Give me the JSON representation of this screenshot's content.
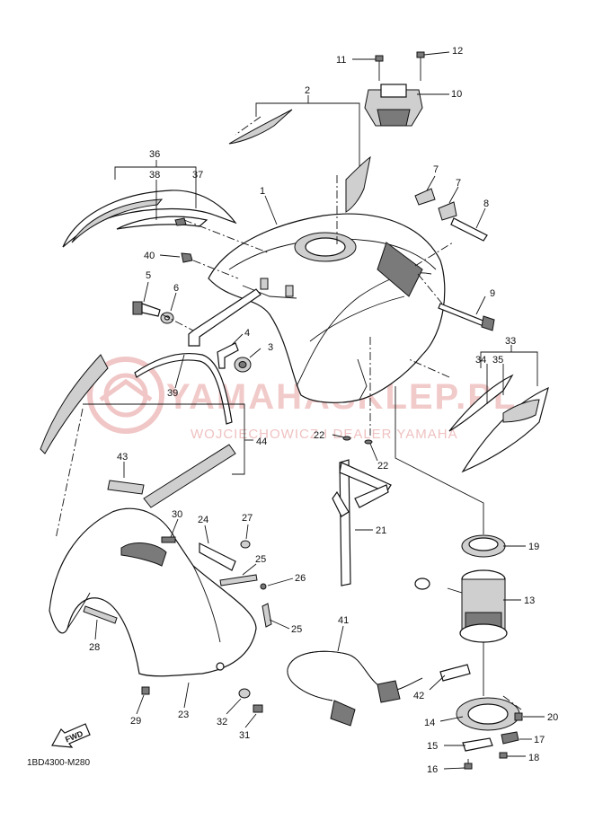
{
  "diagram": {
    "code": "1BD4300-M280",
    "fwd_label": "FWD",
    "watermark": {
      "line1": "YAMAHASKLEP.PL",
      "line2": "WOJCIECHOWICZ I DEALER YAMAHA"
    },
    "callouts": [
      {
        "id": "c1",
        "label": "1"
      },
      {
        "id": "c2",
        "label": "2"
      },
      {
        "id": "c3",
        "label": "3"
      },
      {
        "id": "c4",
        "label": "4"
      },
      {
        "id": "c5",
        "label": "5"
      },
      {
        "id": "c6",
        "label": "6"
      },
      {
        "id": "c7a",
        "label": "7"
      },
      {
        "id": "c7b",
        "label": "7"
      },
      {
        "id": "c8",
        "label": "8"
      },
      {
        "id": "c9",
        "label": "9"
      },
      {
        "id": "c10",
        "label": "10"
      },
      {
        "id": "c11",
        "label": "11"
      },
      {
        "id": "c12",
        "label": "12"
      },
      {
        "id": "c13",
        "label": "13"
      },
      {
        "id": "c14",
        "label": "14"
      },
      {
        "id": "c15",
        "label": "15"
      },
      {
        "id": "c16",
        "label": "16"
      },
      {
        "id": "c17",
        "label": "17"
      },
      {
        "id": "c18",
        "label": "18"
      },
      {
        "id": "c19",
        "label": "19"
      },
      {
        "id": "c20",
        "label": "20"
      },
      {
        "id": "c21",
        "label": "21"
      },
      {
        "id": "c22a",
        "label": "22"
      },
      {
        "id": "c22b",
        "label": "22"
      },
      {
        "id": "c23",
        "label": "23"
      },
      {
        "id": "c24",
        "label": "24"
      },
      {
        "id": "c25a",
        "label": "25"
      },
      {
        "id": "c25b",
        "label": "25"
      },
      {
        "id": "c26",
        "label": "26"
      },
      {
        "id": "c27",
        "label": "27"
      },
      {
        "id": "c28",
        "label": "28"
      },
      {
        "id": "c29",
        "label": "29"
      },
      {
        "id": "c30",
        "label": "30"
      },
      {
        "id": "c31",
        "label": "31"
      },
      {
        "id": "c32",
        "label": "32"
      },
      {
        "id": "c33",
        "label": "33"
      },
      {
        "id": "c34",
        "label": "34"
      },
      {
        "id": "c35",
        "label": "35"
      },
      {
        "id": "c36",
        "label": "36"
      },
      {
        "id": "c37",
        "label": "37"
      },
      {
        "id": "c38",
        "label": "38"
      },
      {
        "id": "c39",
        "label": "39"
      },
      {
        "id": "c40",
        "label": "40"
      },
      {
        "id": "c41",
        "label": "41"
      },
      {
        "id": "c42",
        "label": "42"
      },
      {
        "id": "c43",
        "label": "43"
      },
      {
        "id": "c44",
        "label": "44"
      }
    ]
  }
}
